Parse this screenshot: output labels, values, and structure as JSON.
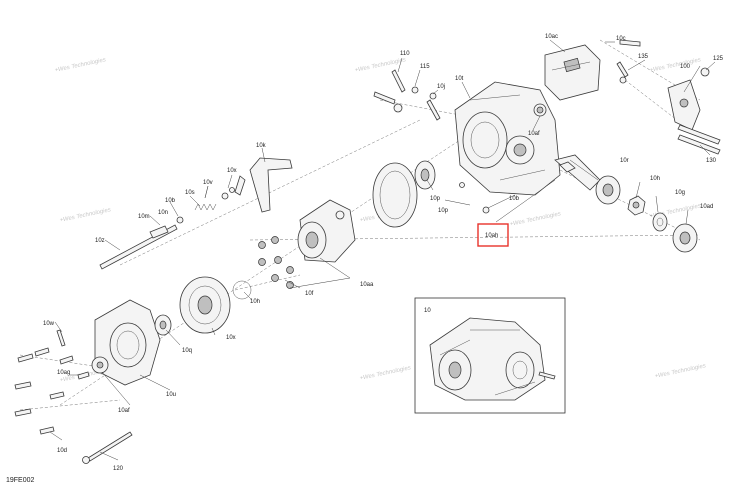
{
  "diagram_code": "19FE002",
  "watermark_text": "+Wes Technologies",
  "inset_label": "10",
  "highlight_color": "#e8322b",
  "highlighted_label": "10ah",
  "labels": [
    {
      "id": "110",
      "text": "110"
    },
    {
      "id": "115",
      "text": "115"
    },
    {
      "id": "10t",
      "text": "10t"
    },
    {
      "id": "10j",
      "text": "10j"
    },
    {
      "id": "10ac",
      "text": "10ac"
    },
    {
      "id": "10c",
      "text": "10c"
    },
    {
      "id": "135",
      "text": "135"
    },
    {
      "id": "100",
      "text": "100"
    },
    {
      "id": "125",
      "text": "125"
    },
    {
      "id": "130",
      "text": "130"
    },
    {
      "id": "10af_top",
      "text": "10af"
    },
    {
      "id": "10p_top",
      "text": "10p"
    },
    {
      "id": "10k",
      "text": "10k"
    },
    {
      "id": "10x",
      "text": "10x"
    },
    {
      "id": "10v",
      "text": "10v"
    },
    {
      "id": "10s",
      "text": "10s"
    },
    {
      "id": "10b",
      "text": "10b"
    },
    {
      "id": "10n",
      "text": "10n"
    },
    {
      "id": "10m",
      "text": "10m"
    },
    {
      "id": "10z",
      "text": "10z"
    },
    {
      "id": "10p_mid",
      "text": "10p"
    },
    {
      "id": "10r",
      "text": "10r"
    },
    {
      "id": "10h",
      "text": "10h"
    },
    {
      "id": "10g",
      "text": "10g"
    },
    {
      "id": "10ad",
      "text": "10ad"
    },
    {
      "id": "10ah",
      "text": "10ah"
    },
    {
      "id": "10b_right",
      "text": "10b"
    },
    {
      "id": "10h_mid",
      "text": "10h"
    },
    {
      "id": "10f",
      "text": "10f"
    },
    {
      "id": "10aa",
      "text": "10aa"
    },
    {
      "id": "10w",
      "text": "10w"
    },
    {
      "id": "10q",
      "text": "10q"
    },
    {
      "id": "10x_low",
      "text": "10x"
    },
    {
      "id": "10u",
      "text": "10u"
    },
    {
      "id": "10ag",
      "text": "10ag"
    },
    {
      "id": "10af_low",
      "text": "10af"
    },
    {
      "id": "10d",
      "text": "10d"
    },
    {
      "id": "120",
      "text": "120"
    }
  ]
}
